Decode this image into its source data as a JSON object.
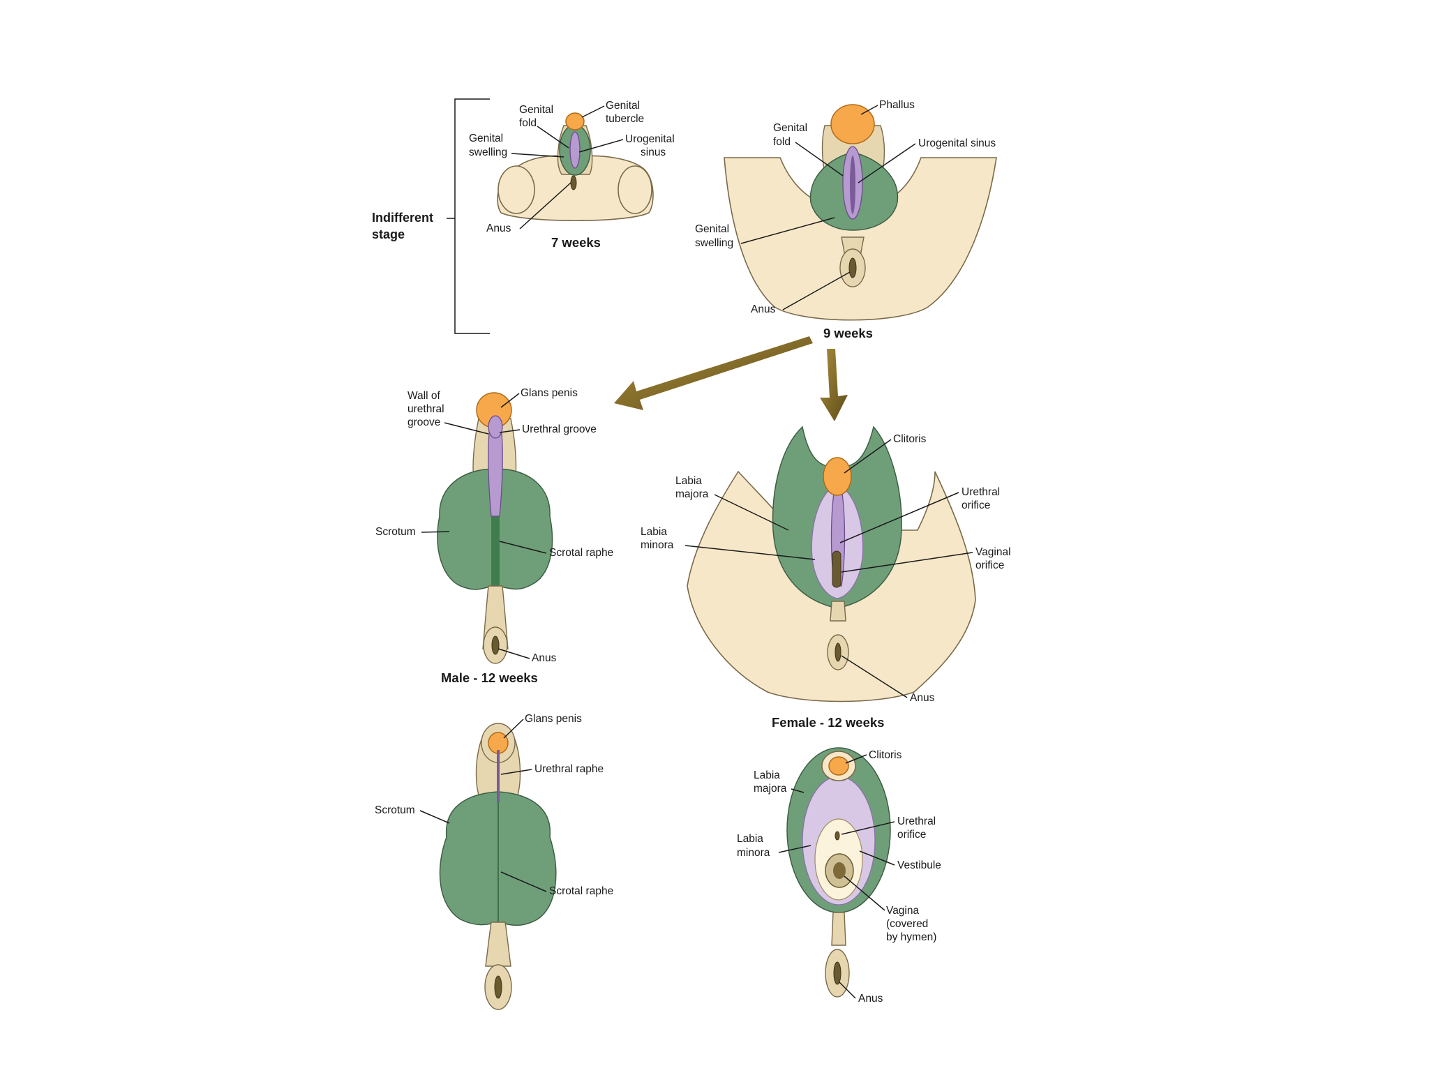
{
  "bracket_label": [
    "Indifferent",
    "stage"
  ],
  "stages": {
    "w7": {
      "caption": "7 weeks",
      "labels": {
        "genital_fold": [
          "Genital",
          "fold"
        ],
        "genital_tubercle": [
          "Genital",
          "tubercle"
        ],
        "genital_swelling": [
          "Genital",
          "swelling"
        ],
        "urogenital_sinus": [
          "Urogenital",
          "sinus"
        ],
        "anus": "Anus"
      }
    },
    "w9": {
      "caption": "9 weeks",
      "labels": {
        "phallus": "Phallus",
        "genital_fold": [
          "Genital",
          "fold"
        ],
        "urogenital_sinus": "Urogenital sinus",
        "genital_swelling": [
          "Genital",
          "swelling"
        ],
        "anus": "Anus"
      }
    },
    "male12": {
      "caption": "Male - 12 weeks",
      "labels": {
        "wall_of_groove": [
          "Wall of",
          "urethral",
          "groove"
        ],
        "glans_penis": "Glans penis",
        "urethral_groove": "Urethral groove",
        "scrotum": "Scrotum",
        "scrotal_raphe": "Scrotal raphe",
        "anus": "Anus"
      }
    },
    "female12": {
      "caption": "Female - 12 weeks",
      "labels": {
        "clitoris": "Clitoris",
        "labia_majora": [
          "Labia",
          "majora"
        ],
        "labia_minora": [
          "Labia",
          "minora"
        ],
        "urethral_orifice": [
          "Urethral",
          "orifice"
        ],
        "vaginal_orifice": [
          "Vaginal",
          "orifice"
        ],
        "anus": "Anus"
      }
    },
    "male_final": {
      "labels": {
        "glans_penis": "Glans penis",
        "urethral_raphe": "Urethral raphe",
        "scrotum": "Scrotum",
        "scrotal_raphe": "Scrotal raphe"
      }
    },
    "female_final": {
      "labels": {
        "clitoris": "Clitoris",
        "labia_majora": [
          "Labia",
          "majora"
        ],
        "labia_minora": [
          "Labia",
          "minora"
        ],
        "urethral_orifice": [
          "Urethral",
          "orifice"
        ],
        "vestibule": "Vestibule",
        "vagina": [
          "Vagina",
          "(covered",
          "by hymen)"
        ],
        "anus": "Anus"
      }
    }
  },
  "colors": {
    "skin": "#f5e7c8",
    "genital_swelling": "#6f9f79",
    "tubercle": "#f7a84a",
    "sinus": "#b79ad0",
    "arrow": "#7a6526"
  }
}
